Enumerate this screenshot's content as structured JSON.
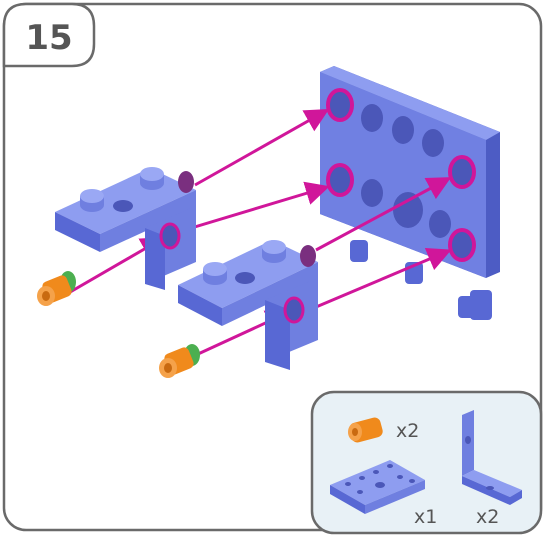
{
  "step": {
    "number": "15"
  },
  "parts_box": {
    "items": [
      {
        "icon": "orange-peg-icon",
        "quantity": "x2"
      },
      {
        "icon": "blue-plate-icon",
        "quantity": "x1"
      },
      {
        "icon": "blue-angle-bracket-icon",
        "quantity": "x2"
      }
    ]
  },
  "colors": {
    "part_blue": "#6f7fe0",
    "part_blue_dark": "#4d5cc4",
    "part_blue_light": "#8e9df0",
    "arrow_magenta": "#d0169a",
    "peg_orange": "#f08a1c",
    "washer_green": "#4caf50",
    "frame_gray": "#666666"
  }
}
